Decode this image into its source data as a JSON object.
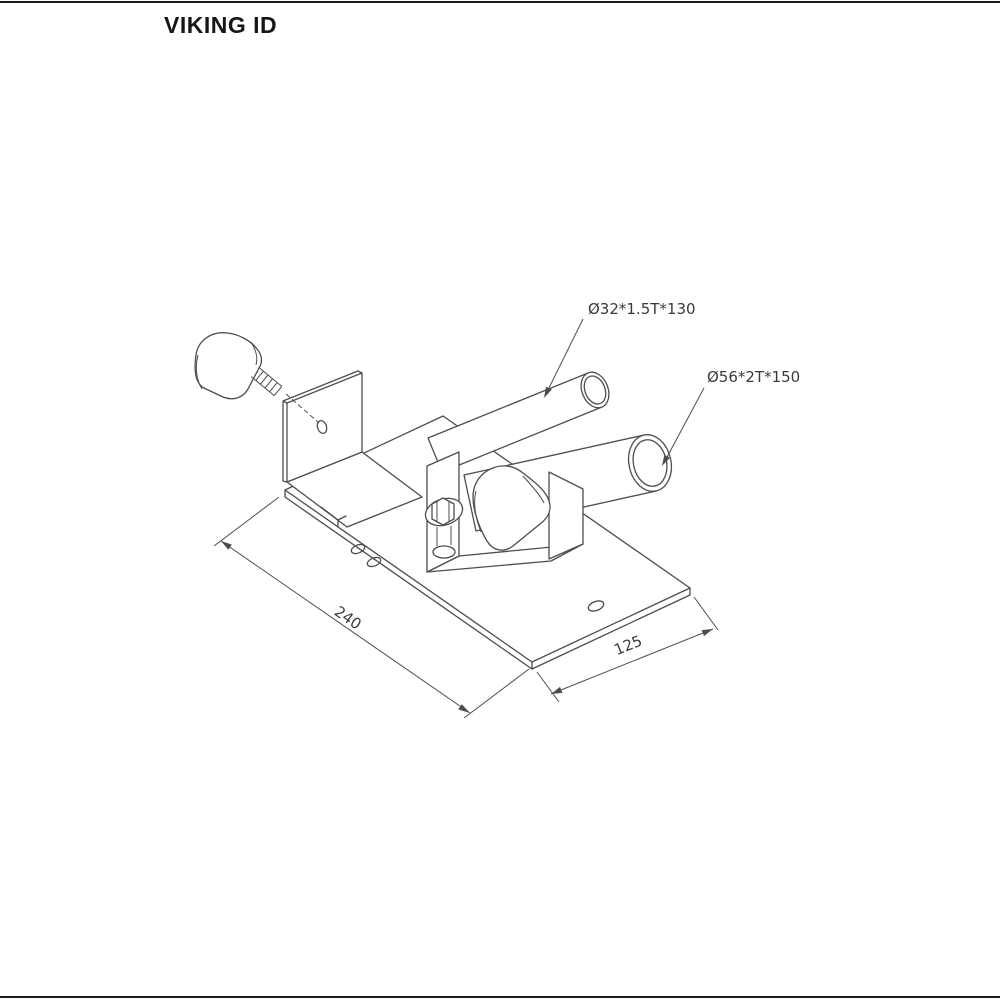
{
  "page": {
    "title": "VIKING ID",
    "background": "#ffffff",
    "frame_color": "#1a1a1a"
  },
  "drawing": {
    "line_color": "#4d4d4d",
    "text_color": "#3a3a3a",
    "labels": {
      "small_tube": "Ø32*1.5T*130",
      "large_tube": "Ø56*2T*150",
      "base_length": "240",
      "base_width": "125"
    }
  }
}
